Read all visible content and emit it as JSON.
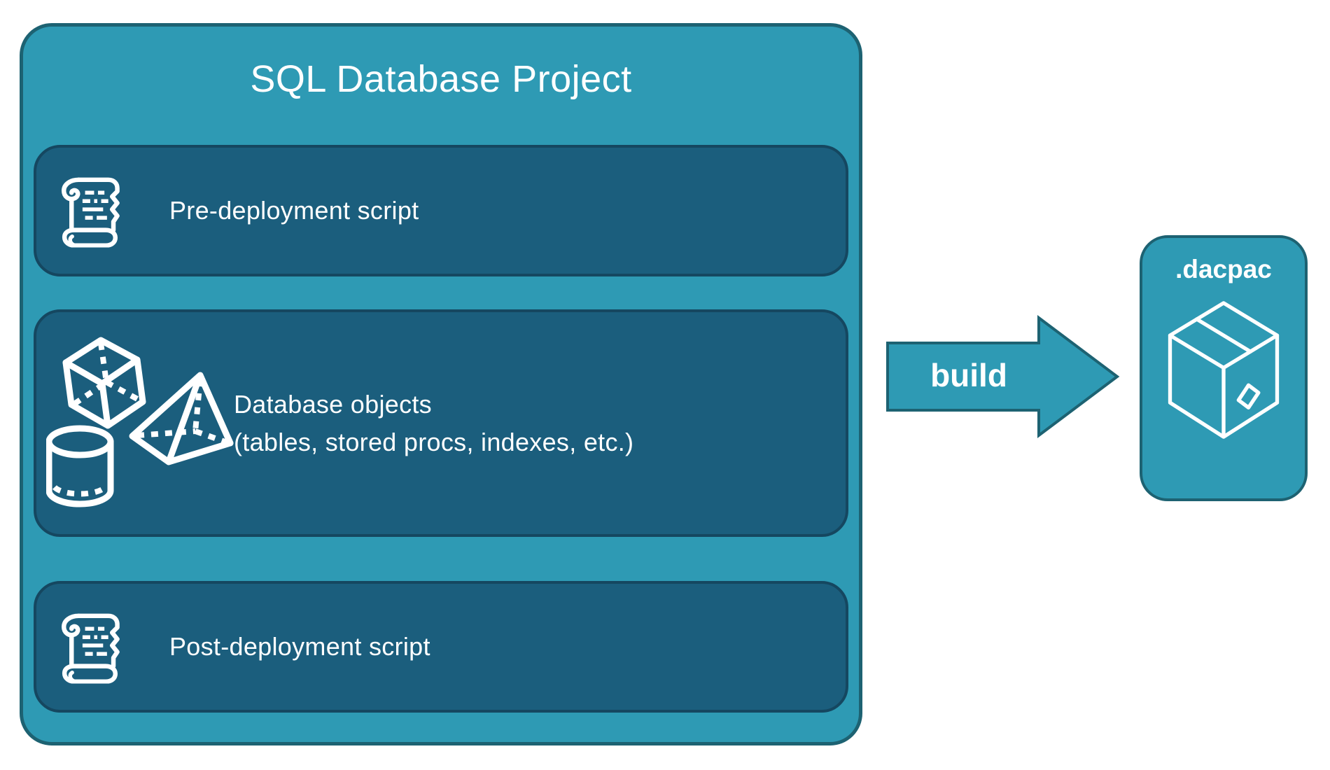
{
  "colors": {
    "canvas_bg": "#FFFFFF",
    "project_fill": "#2E9AB4",
    "project_border": "#1D6272",
    "row_fill": "#1B5E7D",
    "row_border": "#154760",
    "arrow_fill": "#2E9AB4",
    "arrow_border": "#1D6272",
    "dacpac_fill": "#2E9AB4",
    "dacpac_border": "#1D6272",
    "text": "#FFFFFF"
  },
  "project_box": {
    "title": "SQL Database Project",
    "rows": [
      {
        "label": "Pre-deployment script",
        "icon": "scroll-icon"
      },
      {
        "label_line1": "Database objects",
        "label_line2": "(tables, stored procs, indexes, etc.)",
        "icons": [
          "cube-icon",
          "pyramid-icon",
          "cylinder-icon"
        ]
      },
      {
        "label": "Post-deployment script",
        "icon": "scroll-icon"
      }
    ]
  },
  "arrow": {
    "label": "build",
    "icon": "arrow-right-icon"
  },
  "output_box": {
    "label": ".dacpac",
    "icon": "package-icon"
  }
}
